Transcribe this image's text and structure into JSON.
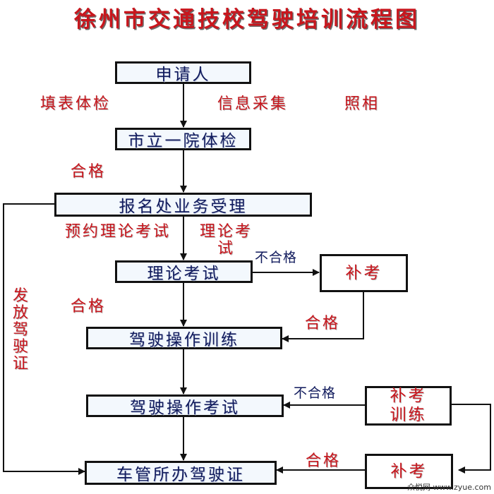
{
  "title": "徐州市交通技校驾驶培训流程图",
  "boxes": {
    "applicant": "申请人",
    "physical_exam": "市立一院体检",
    "registration": "报名处业务受理",
    "theory_exam": "理论考试",
    "driving_training": "驾驶操作训练",
    "driving_exam": "驾驶操作考试",
    "license_issue": "车管所办驾驶证",
    "retake_exam_1": "补考",
    "retrain": "补考训练",
    "retake_exam_2": "补考"
  },
  "labels": {
    "fill_form": "填表体检",
    "info_collect": "信息采集",
    "photo": "照相",
    "pass_1": "合格",
    "reserve_theory": "预约理论考试",
    "theory_exam_note": "理论考试",
    "fail_1": "不合格",
    "pass_2": "合格",
    "pass_3": "合格",
    "fail_2": "不合格",
    "pass_4": "合格",
    "issue_license": "发放驾驶证"
  },
  "watermark": "众悦网 www.zyue.com"
}
